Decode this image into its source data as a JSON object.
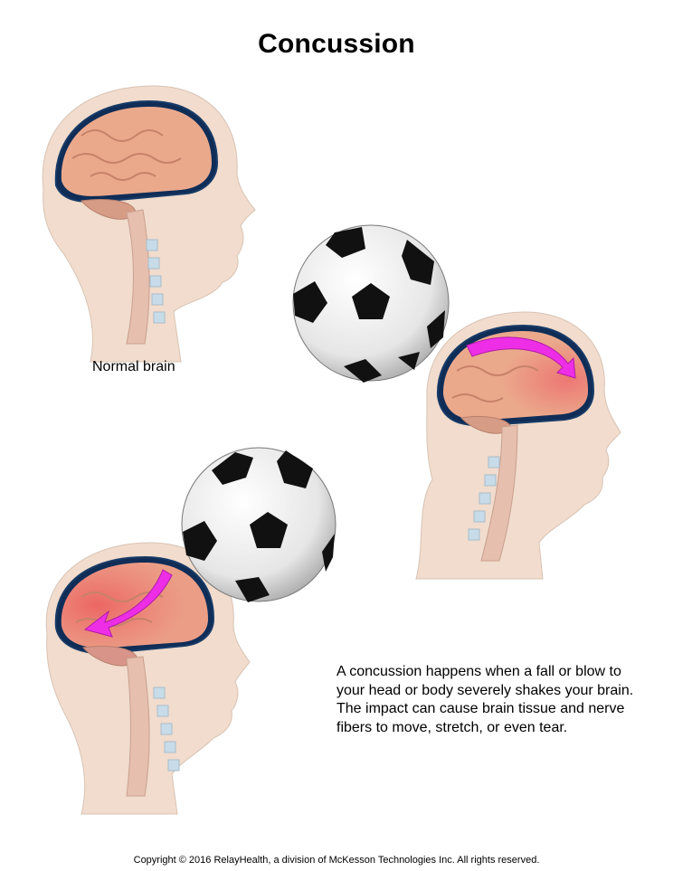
{
  "title": "Concussion",
  "labels": {
    "normal_brain": "Normal brain"
  },
  "description": "A concussion happens when a fall or blow to your head or body severely shakes your brain. The impact can cause brain tissue and nerve fibers to move, stretch, or even tear.",
  "copyright": "Copyright © 2016 RelayHealth, a division of McKesson Technologies Inc. All rights reserved.",
  "colors": {
    "skin": "#f1dccd",
    "brain": "#eba98c",
    "brain_injured": "#ec6f6f",
    "skull_line": "#183a66",
    "arrow": "#ee2ee6"
  }
}
